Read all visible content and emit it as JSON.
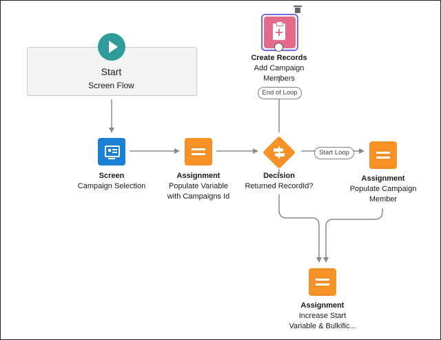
{
  "start": {
    "title": "Start",
    "subtitle": "Screen Flow",
    "icon": "play-icon"
  },
  "nodes": {
    "screen": {
      "type": "Screen",
      "label": "Campaign Selection",
      "icon": "screen-icon",
      "color": "#1b7fd6"
    },
    "assignment_1": {
      "type": "Assignment",
      "line1": "Populate Variable",
      "line2": "with Campaigns Id",
      "icon": "assignment-icon",
      "color": "#f59127"
    },
    "decision": {
      "type": "Decision",
      "label": "Returned RecordId?",
      "icon": "decision-icon",
      "color": "#f59127"
    },
    "create_records": {
      "type": "Create Records",
      "line1": "Add Campaign",
      "line2": "Members",
      "icon": "create-records-icon",
      "color": "#e56b8c"
    },
    "assignment_2": {
      "type": "Assignment",
      "line1": "Populate Campaign",
      "line2": "Member",
      "icon": "assignment-icon",
      "color": "#f59127"
    },
    "assignment_3": {
      "type": "Assignment",
      "line1": "Increase Start",
      "line2": "Variable & Bulkific...",
      "icon": "assignment-icon",
      "color": "#f59127"
    }
  },
  "connector_labels": {
    "end_of_loop": "End of Loop",
    "start_loop": "Start Loop"
  },
  "toolbar": {
    "delete_icon": "trash-icon"
  }
}
